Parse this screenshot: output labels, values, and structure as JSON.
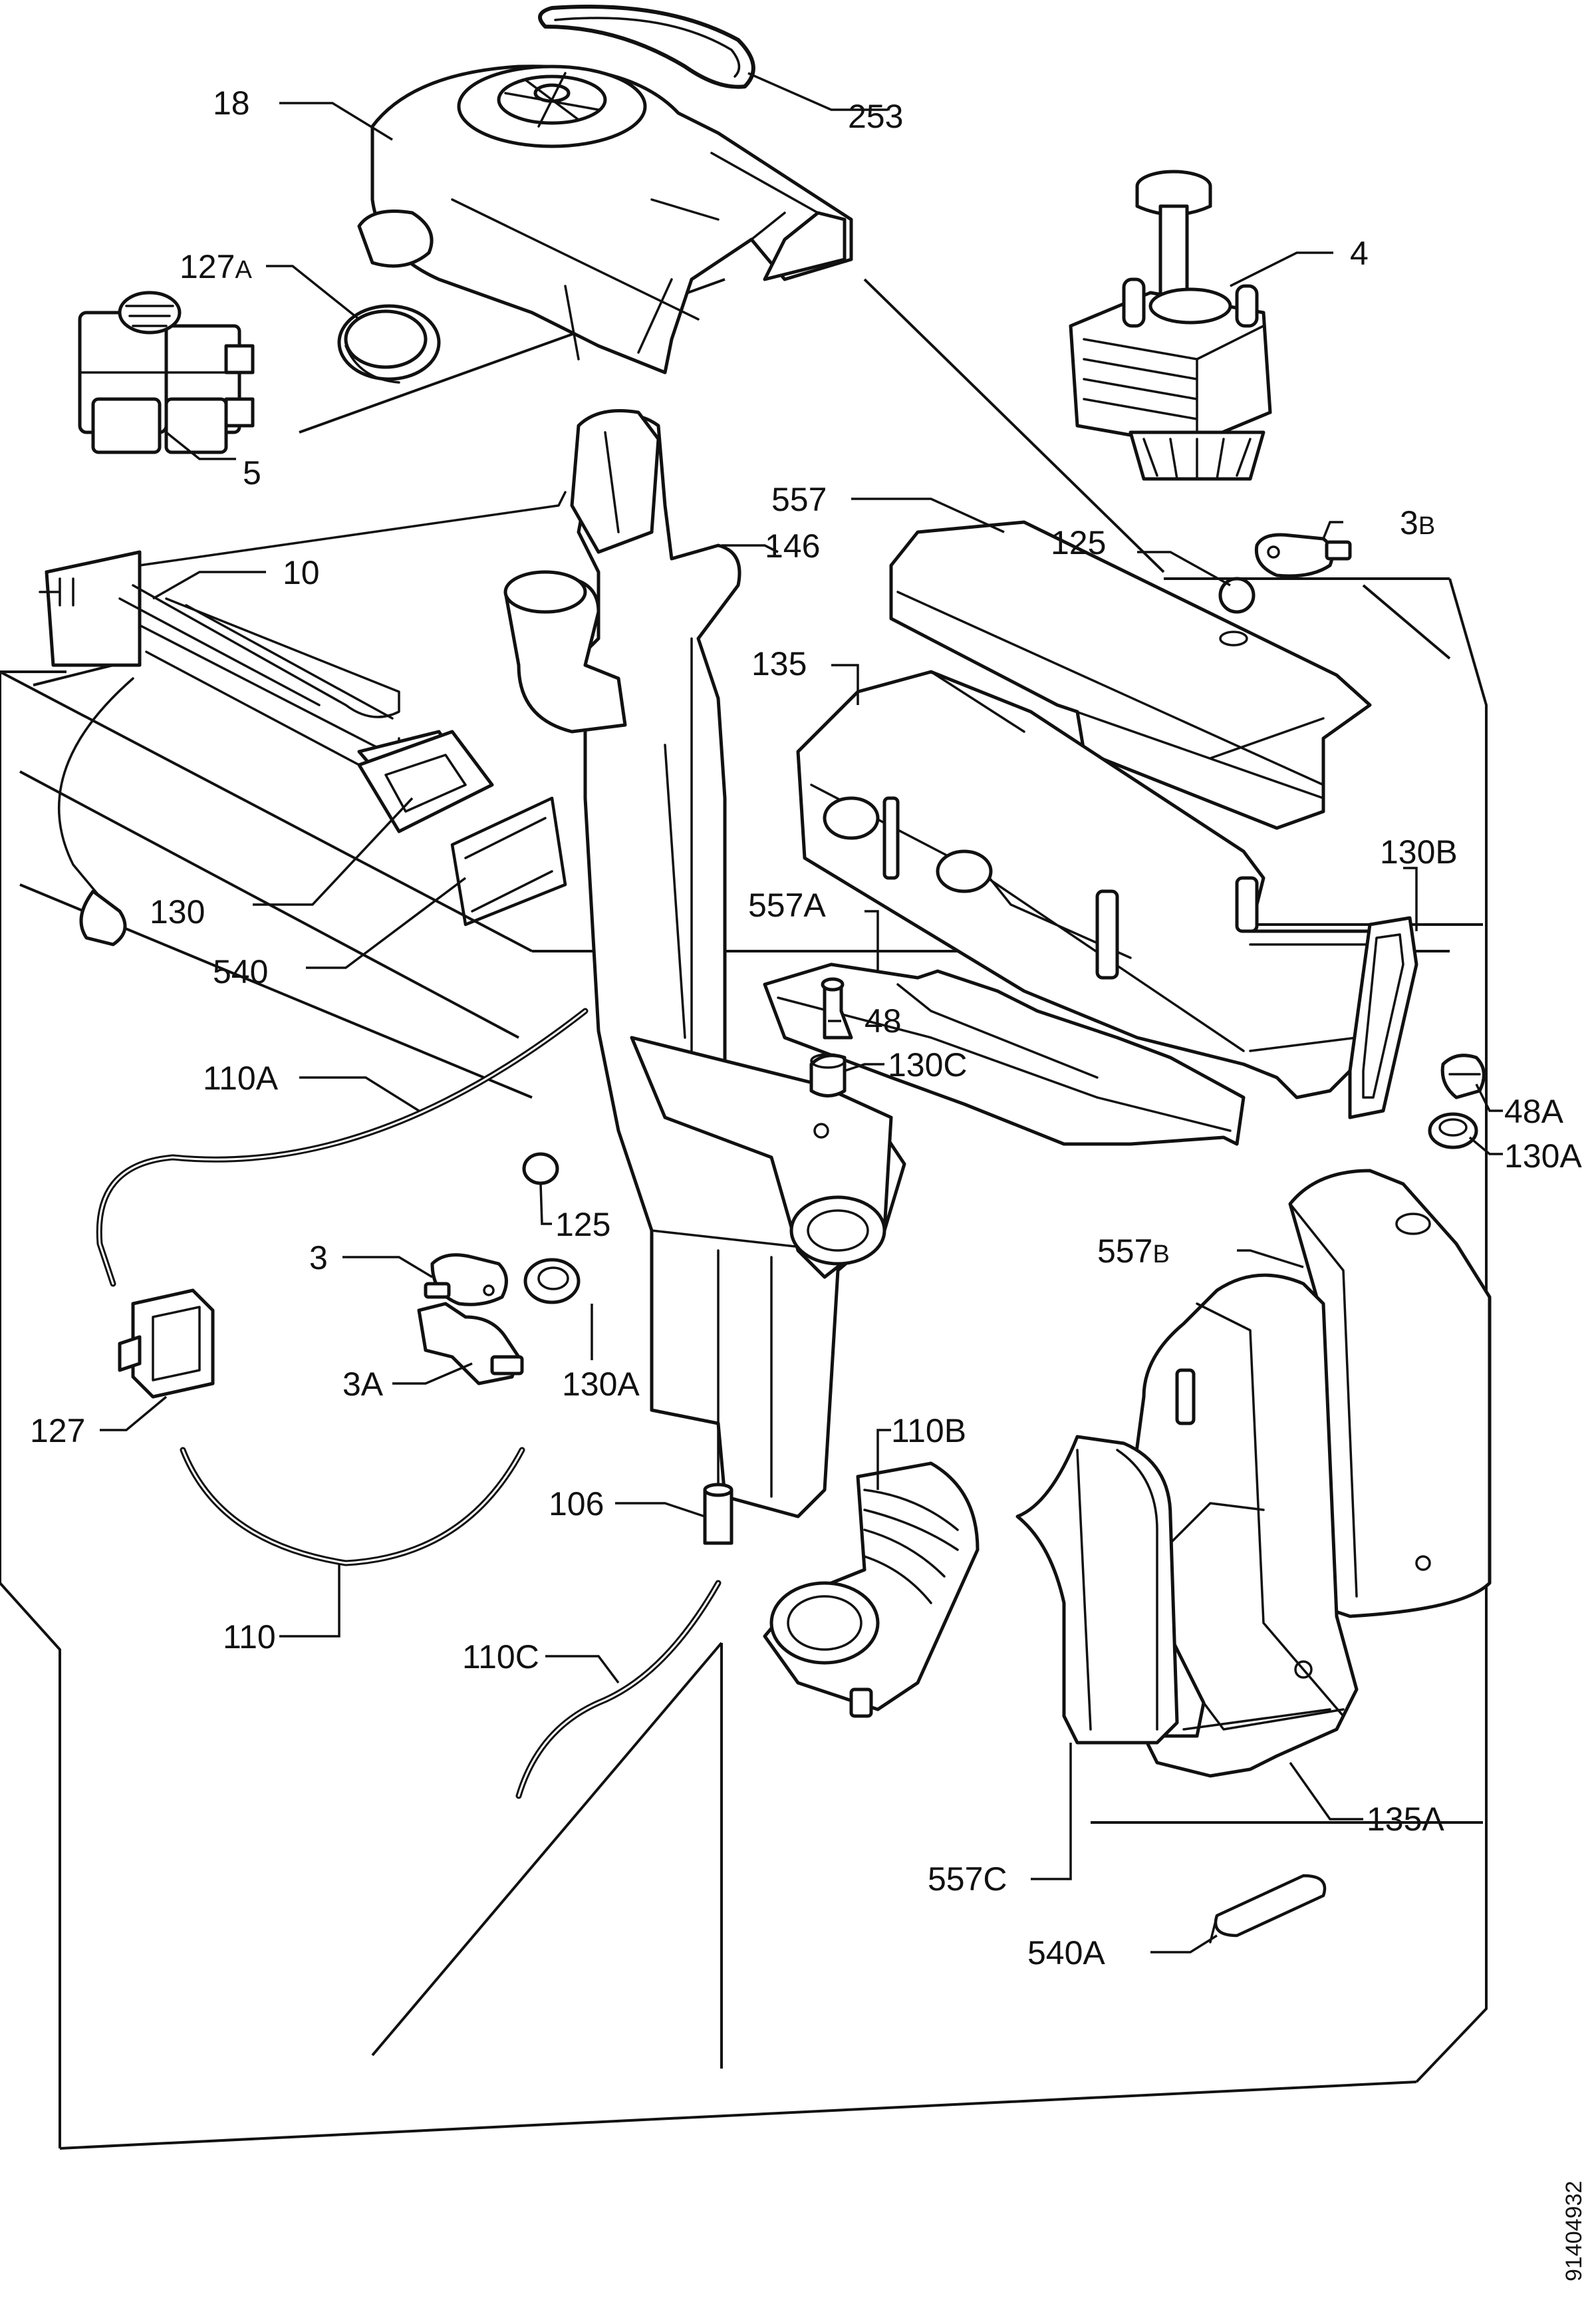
{
  "diagram": {
    "doc_number": "91404932",
    "callouts": [
      {
        "id": "18",
        "text": "18"
      },
      {
        "id": "253",
        "text": "253"
      },
      {
        "id": "127A",
        "text": "127",
        "suffix": "A"
      },
      {
        "id": "4",
        "text": "4"
      },
      {
        "id": "5",
        "text": "5"
      },
      {
        "id": "557",
        "text": "557"
      },
      {
        "id": "125a",
        "text": "125"
      },
      {
        "id": "3B",
        "text": "3",
        "suffix": "B"
      },
      {
        "id": "10",
        "text": "10"
      },
      {
        "id": "146",
        "text": "146"
      },
      {
        "id": "135",
        "text": "135"
      },
      {
        "id": "130",
        "text": "130"
      },
      {
        "id": "540",
        "text": "540"
      },
      {
        "id": "557A",
        "text": "557A"
      },
      {
        "id": "130B",
        "text": "130B"
      },
      {
        "id": "48",
        "text": "48"
      },
      {
        "id": "130C",
        "text": "130C"
      },
      {
        "id": "110A",
        "text": "110A"
      },
      {
        "id": "48A",
        "text": "48A"
      },
      {
        "id": "130Ar",
        "text": "130A"
      },
      {
        "id": "125b",
        "text": "125"
      },
      {
        "id": "3",
        "text": "3"
      },
      {
        "id": "557B",
        "text": "557",
        "suffix": "B"
      },
      {
        "id": "3A",
        "text": "3A"
      },
      {
        "id": "130Al",
        "text": "130A"
      },
      {
        "id": "127",
        "text": "127"
      },
      {
        "id": "110B",
        "text": "110B"
      },
      {
        "id": "106",
        "text": "106"
      },
      {
        "id": "110",
        "text": "110"
      },
      {
        "id": "110C",
        "text": "110C"
      },
      {
        "id": "135A",
        "text": "135A"
      },
      {
        "id": "557C",
        "text": "557C"
      },
      {
        "id": "540A",
        "text": "540A"
      }
    ]
  }
}
